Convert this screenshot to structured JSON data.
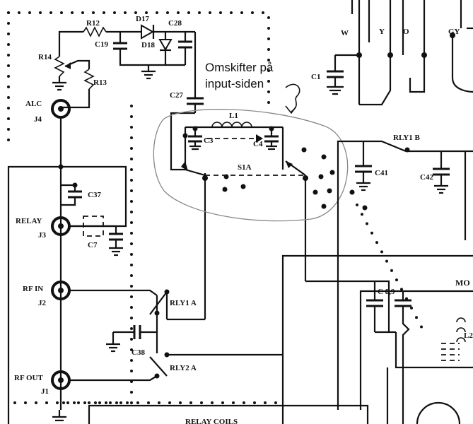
{
  "annotation": {
    "line1": "Omskifter på",
    "line2": "input-siden"
  },
  "components": {
    "r12": "R12",
    "d17": "D17",
    "c28": "C28",
    "c19": "C19",
    "d18": "D18",
    "r14": "R14",
    "r13": "R13",
    "c27": "C27",
    "l1": "L1",
    "c3": "C3",
    "c4": "C4",
    "s1a": "S1A",
    "rly1b": "RLY1 B",
    "c41": "C41",
    "c42": "C42",
    "c1": "C1",
    "c37": "C37",
    "c7": "C7",
    "c89": "C 8,9",
    "rly1a": "RLY1 A",
    "rly2a": "RLY2 A",
    "c38": "C38",
    "l2": "L2",
    "mo": "MO",
    "relay_coils": "RELAY COILS"
  },
  "connectors": {
    "alc": "ALC",
    "j4": "J4",
    "relay": "RELAY",
    "j3": "J3",
    "rf_in": "RF IN",
    "j2": "J2",
    "rf_out": "RF OUT",
    "j1": "J1"
  },
  "wire_colors": {
    "w": "W",
    "y": "Y",
    "o": "O",
    "gy": "GY"
  }
}
